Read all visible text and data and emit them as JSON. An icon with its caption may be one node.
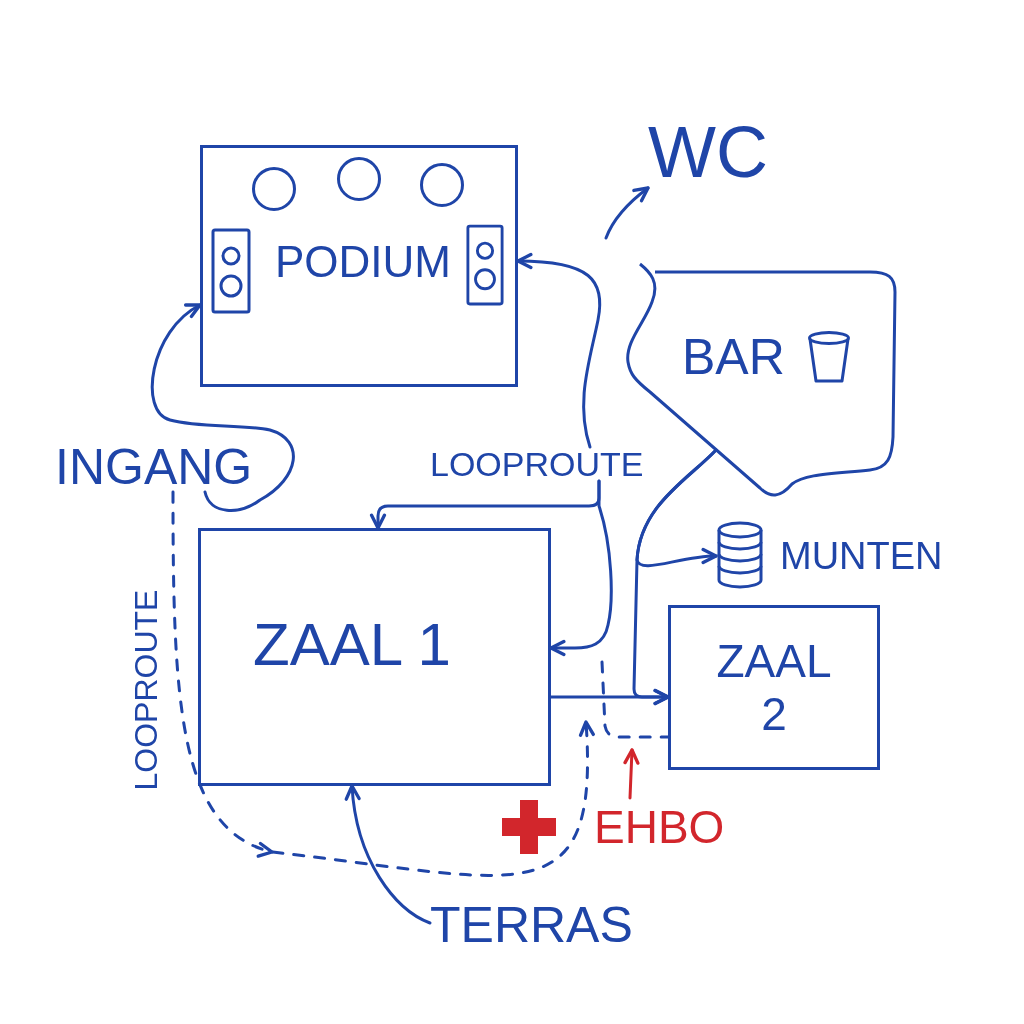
{
  "diagram": {
    "nodes": [
      {
        "text": [
          "PODIUM"
        ]
      },
      {
        "text": [
          "WC"
        ]
      },
      {
        "text": [
          "BAR"
        ]
      },
      {
        "text": [
          "INGANG"
        ]
      },
      {
        "text": [
          "LOOPROUTE"
        ]
      },
      {
        "text": [
          "ZAAL 1"
        ]
      },
      {
        "text": [
          "MUNTEN"
        ]
      },
      {
        "text": [
          "ZAAL 2"
        ]
      },
      {
        "text": [
          "EHBO"
        ]
      },
      {
        "text": [
          "TERRAS"
        ]
      }
    ],
    "edges": [
      {
        "from": 3,
        "to": 0,
        "arrow": "to"
      },
      {
        "from": 4,
        "to": 0,
        "arrow": "to"
      },
      {
        "from": 4,
        "to": 5,
        "arrow": "to"
      },
      {
        "from": 4,
        "to": 5,
        "arrow": "to"
      },
      {
        "from": 2,
        "to": 6,
        "arrow": "to"
      },
      {
        "from": 2,
        "to": 7,
        "arrow": "to"
      },
      {
        "from": 5,
        "to": 7,
        "arrow": "to"
      },
      {
        "from": null,
        "to": 1,
        "arrow": "to"
      },
      {
        "from": 8,
        "to": null,
        "arrow": "to",
        "color": "#d2262c"
      },
      {
        "from": 9,
        "to": 5,
        "arrow": "to"
      },
      {
        "from": 3,
        "to": null,
        "arrow": "to",
        "style": "dashed",
        "label": "LOOPROUTE"
      },
      {
        "from": null,
        "to": 7,
        "arrow": "none",
        "style": "dashed"
      }
    ]
  }
}
